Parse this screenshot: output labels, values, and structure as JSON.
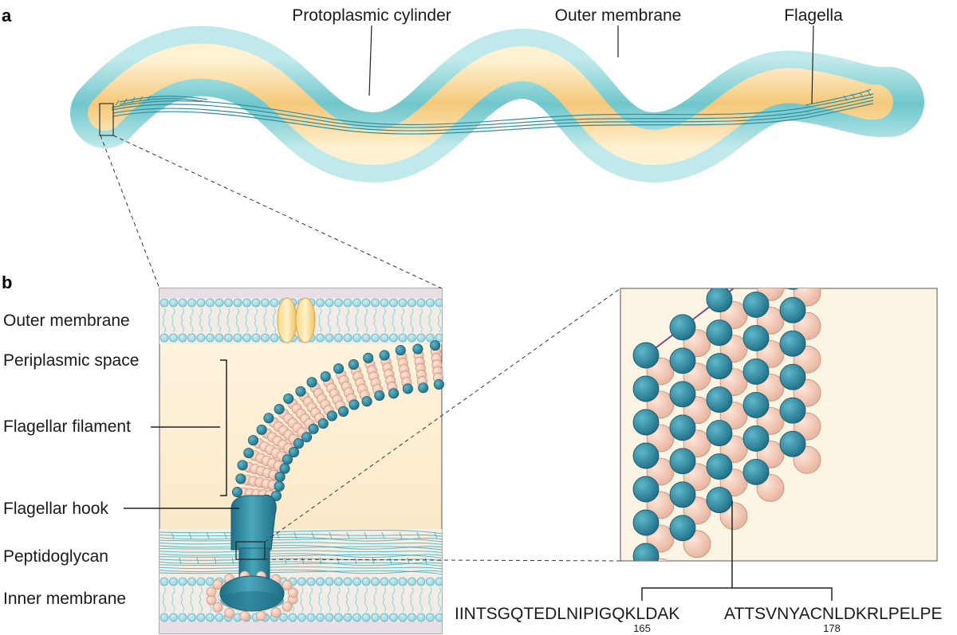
{
  "panel_a": {
    "letter": "a",
    "labels": {
      "protoplasmic_cylinder": "Protoplasmic cylinder",
      "outer_membrane": "Outer membrane",
      "flagella": "Flagella"
    }
  },
  "panel_b": {
    "letter": "b",
    "labels": {
      "outer_membrane": "Outer membrane",
      "periplasmic_space": "Periplasmic space",
      "flagellar_filament": "Flagellar filament",
      "flagellar_hook": "Flagellar hook",
      "peptidoglycan": "Peptidoglycan",
      "inner_membrane": "Inner membrane"
    },
    "sequence": {
      "segment1": "IINTSGQTEDLNIPIGQKLDAK",
      "segment2": "ATTSVNYACNLDKRLPELPE",
      "position1": "165",
      "position2": "178"
    }
  },
  "colors": {
    "outer_membrane_teal": "#7ccfd1",
    "cylinder_yellow": "#f6cf86",
    "subunit_teal": "#2f8fa5",
    "subunit_pink": "#f0c5b0",
    "periplasm_cream": "#fbe7c4",
    "lipid_tail": "#8fd3dc"
  }
}
